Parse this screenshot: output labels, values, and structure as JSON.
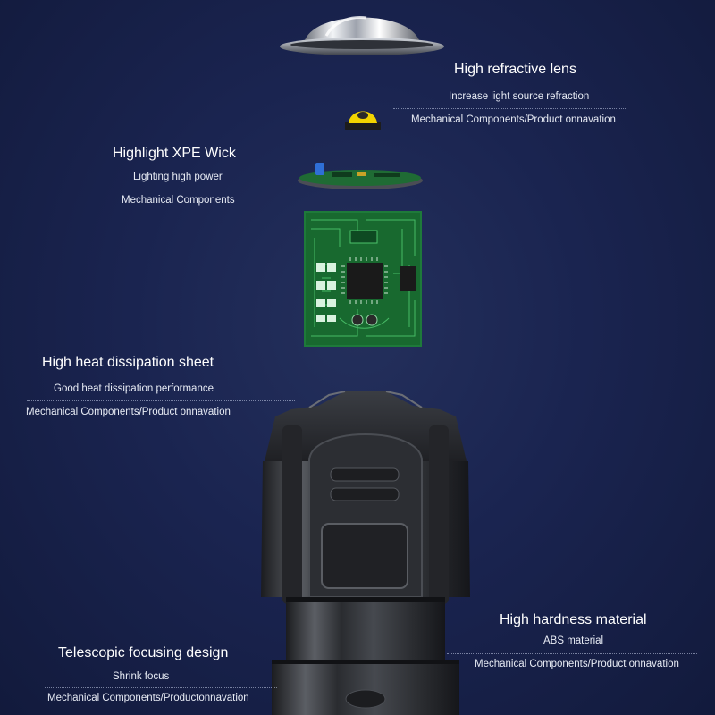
{
  "colors": {
    "background": "#1a2450",
    "board_green": "#1e7a3a",
    "led_yellow": "#f2d400",
    "body_dark": "#2b2d31"
  },
  "callouts": {
    "lens": {
      "title": "High refractive lens",
      "line1": "Increase light source refraction",
      "line2": "Mechanical Components/Product onnavation"
    },
    "wick": {
      "title": "Highlight XPE Wick",
      "line1": "Lighting high power",
      "line2": "Mechanical Components"
    },
    "heat": {
      "title": "High heat dissipation sheet",
      "line1": "Good heat dissipation performance",
      "line2": "Mechanical Components/Product onnavation"
    },
    "hardness": {
      "title": "High hardness material",
      "line1": "ABS material",
      "line2": "Mechanical Components/Product onnavation"
    },
    "focus": {
      "title": "Telescopic focusing design",
      "line1": "Shrink focus",
      "line2": "Mechanical Components/Productonnavation"
    }
  }
}
